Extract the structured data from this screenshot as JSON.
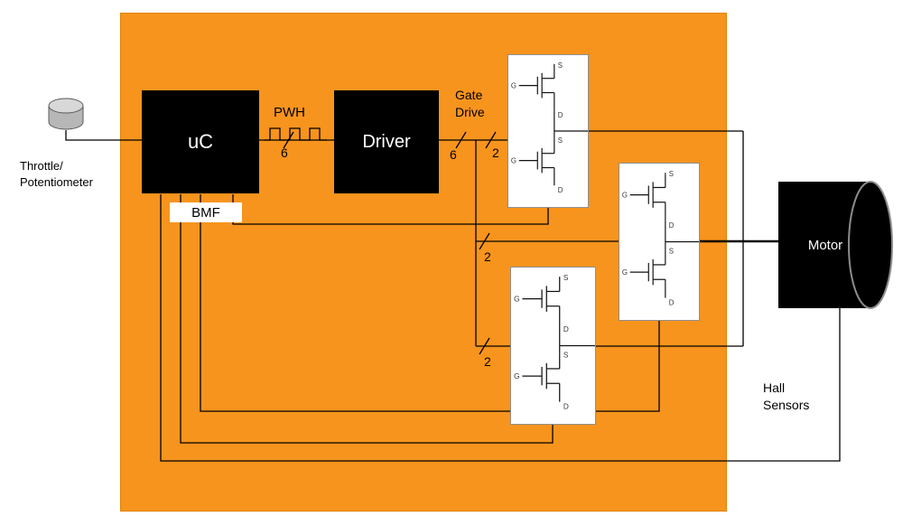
{
  "blocks": {
    "uc_label": "uC",
    "driver_label": "Driver",
    "motor_label": "Motor",
    "bmf_label": "BMF"
  },
  "labels": {
    "throttle_line1": "Throttle/",
    "throttle_line2": "Potentiometer",
    "pwm_label": "PWH",
    "gate_line1": "Gate",
    "gate_line2": "Drive",
    "hall_line1": "Hall",
    "hall_line2": "Sensors"
  },
  "bus_widths": {
    "pwm": "6",
    "gate": "6",
    "phase": "2"
  },
  "mosfet": {
    "gate": "G",
    "source": "S",
    "drain": "D"
  },
  "colors": {
    "board_orange": "#F7941D",
    "block_black": "#000000",
    "wire_black": "#000000",
    "bridge_white": "#FFFFFF"
  }
}
